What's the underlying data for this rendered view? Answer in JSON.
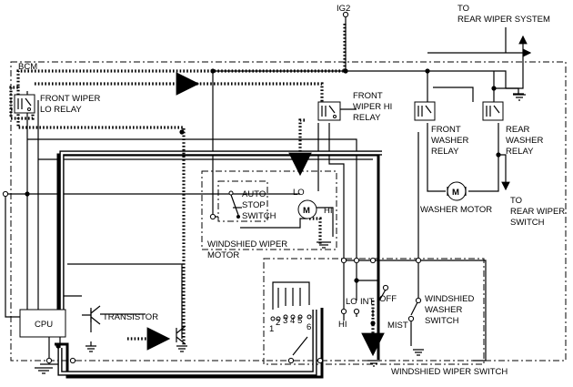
{
  "labels": {
    "ig2": "IG2",
    "to_rear_wiper_system": [
      "TO",
      "REAR WIPER SYSTEM"
    ],
    "bcm": "BCM",
    "front_wiper_lo_relay": [
      "FRONT WIPER",
      "LO RELAY"
    ],
    "front_wiper_hi_relay": [
      "FRONT",
      "WIPER HI",
      "RELAY"
    ],
    "front_washer_relay": [
      "FRONT",
      "WASHER",
      "RELAY"
    ],
    "rear_washer_relay": [
      "REAR",
      "WASHER",
      "RELAY"
    ],
    "to_rear_wiper_switch": [
      "TO",
      "REAR WIPER",
      "SWITCH"
    ],
    "washer_motor": "WASHER MOTOR",
    "auto_stop_switch": [
      "AUTO",
      "STOP",
      "SWITCH"
    ],
    "lo": "LO",
    "hi": "HI",
    "motor_m": "M",
    "windshield_wiper_motor": [
      "WINDSHIED WIPER",
      "MOTOR"
    ],
    "cpu": "CPU",
    "transistor": "TRANSISTOR",
    "int_switch_positions": [
      "1",
      "2",
      "3",
      "4",
      "5",
      "6"
    ],
    "wiper_switch_hi": "HI",
    "wiper_switch_lo": "LO",
    "wiper_switch_int": "INT",
    "wiper_switch_off": "OFF",
    "wiper_switch_mist": "MIST",
    "windshield_washer_switch": [
      "WINDSHIED",
      "WASHER",
      "SWITCH"
    ],
    "windshield_wiper_switch": "WINDSHIED WIPER SWITCH"
  }
}
